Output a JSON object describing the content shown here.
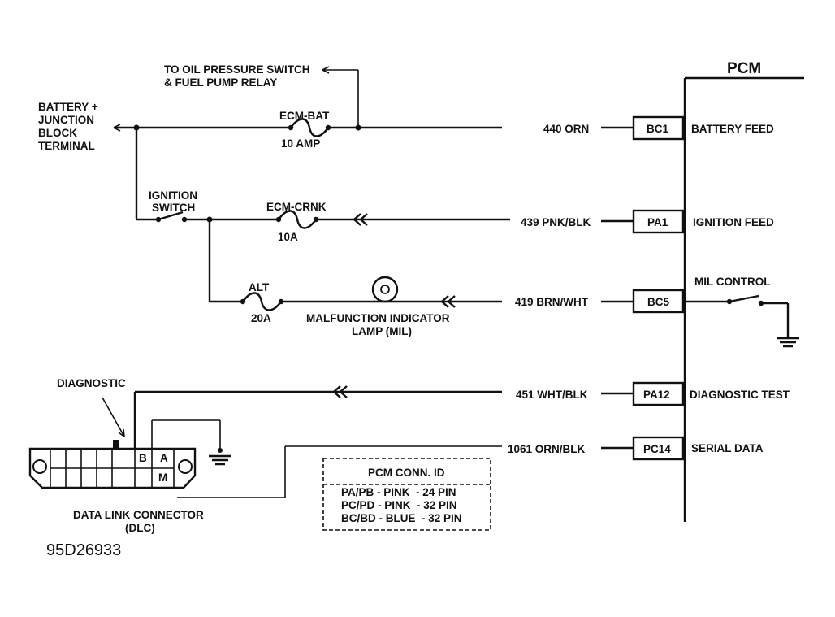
{
  "pcm": {
    "title": "PCM"
  },
  "notes": {
    "oil_pressure": [
      "TO OIL PRESSURE SWITCH",
      "& FUEL PUMP RELAY"
    ],
    "battery": [
      "BATTERY +",
      "JUNCTION",
      "BLOCK",
      "TERMINAL"
    ],
    "ignition_switch": [
      "IGNITION",
      "SWITCH"
    ],
    "diagnostic": "DIAGNOSTIC",
    "dlc": [
      "DATA LINK CONNECTOR",
      "(DLC)"
    ],
    "mil_lamp": [
      "MALFUNCTION INDICATOR",
      "LAMP (MIL)"
    ],
    "mil_control": "MIL CONTROL",
    "figure_id": "95D26933"
  },
  "fuses": [
    {
      "name": "ECM-BAT",
      "rating": "10 AMP"
    },
    {
      "name": "ECM-CRNK",
      "rating": "10A"
    },
    {
      "name": "ALT",
      "rating": "20A"
    }
  ],
  "circuits": [
    {
      "wire": "440 ORN",
      "pin": "BC1",
      "function": "BATTERY FEED"
    },
    {
      "wire": "439 PNK/BLK",
      "pin": "PA1",
      "function": "IGNITION FEED"
    },
    {
      "wire": "419 BRN/WHT",
      "pin": "BC5",
      "function": ""
    },
    {
      "wire": "451 WHT/BLK",
      "pin": "PA12",
      "function": "DIAGNOSTIC TEST"
    },
    {
      "wire": "1061 ORN/BLK",
      "pin": "PC14",
      "function": "SERIAL DATA"
    }
  ],
  "dlc_pins": {
    "b": "B",
    "a": "A",
    "m": "M"
  },
  "conn_table": {
    "title": "PCM CONN. ID",
    "rows": [
      "PA/PB - PINK  - 24 PIN",
      "PC/PD - PINK  - 32 PIN",
      "BC/BD - BLUE  - 32 PIN"
    ]
  }
}
